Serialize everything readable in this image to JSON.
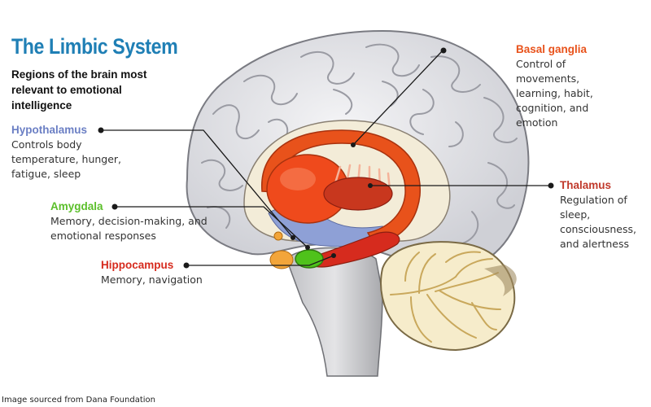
{
  "title": "The Limbic System",
  "subtitle": "Regions of the brain most relevant to emotional intelligence",
  "labels": {
    "basal_ganglia": {
      "name": "Basal ganglia",
      "description": "Control of movements, learning, habit, cognition, and emotion",
      "color": "#e8521b"
    },
    "hypothalamus": {
      "name": "Hypothalamus",
      "description": "Controls body temperature, hunger, fatigue, sleep",
      "color": "#6b7fc4"
    },
    "thalamus": {
      "name": "Thalamus",
      "description": "Regulation of sleep, consciousness, and alertness",
      "color": "#c0392b"
    },
    "amygdala": {
      "name": "Amygdala",
      "description": "Memory, decision-making, and emotional responses",
      "color": "#5bbf2a"
    },
    "hippocampus": {
      "name": "Hippocampus",
      "description": "Memory, navigation",
      "color": "#d62b1e"
    }
  },
  "source": "Image sourced from Dana Foundation"
}
